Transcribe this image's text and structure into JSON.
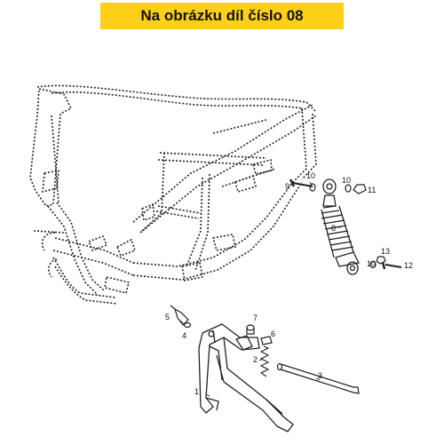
{
  "banner": {
    "title": "Na obrázku díl číslo 08",
    "background": "#fdd017"
  },
  "diagram": {
    "parts": [
      {
        "number": "1"
      },
      {
        "number": "2"
      },
      {
        "number": "3"
      },
      {
        "number": "4"
      },
      {
        "number": "5"
      },
      {
        "number": "6"
      },
      {
        "number": "7"
      },
      {
        "number": "8"
      },
      {
        "number": "9"
      },
      {
        "number": "10"
      },
      {
        "number": "10"
      },
      {
        "number": "10"
      },
      {
        "number": "11"
      },
      {
        "number": "12"
      },
      {
        "number": "13"
      }
    ]
  }
}
